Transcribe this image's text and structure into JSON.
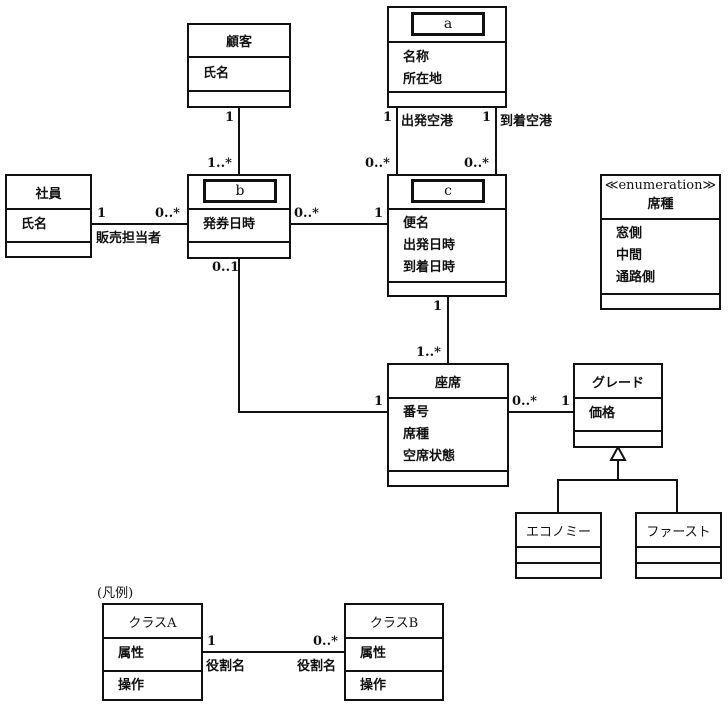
{
  "classes": {
    "customer": {
      "name": "顧客",
      "attrs": [
        "氏名"
      ]
    },
    "a": {
      "blank": "a",
      "attrs": [
        "名称",
        "所在地"
      ]
    },
    "employee": {
      "name": "社員",
      "attrs": [
        "氏名"
      ]
    },
    "b": {
      "blank": "b",
      "attrs": [
        "発券日時"
      ]
    },
    "c": {
      "blank": "c",
      "attrs": [
        "便名",
        "出発日時",
        "到着日時"
      ]
    },
    "seat_type_enum": {
      "stereotype": "≪enumeration≫",
      "name": "席種",
      "attrs": [
        "窓側",
        "中間",
        "通路側"
      ]
    },
    "seat": {
      "name": "座席",
      "attrs": [
        "番号",
        "席種",
        "空席状態"
      ]
    },
    "grade": {
      "name": "グレード",
      "attrs": [
        "価格"
      ]
    },
    "economy": {
      "name": "エコノミー"
    },
    "first": {
      "name": "ファースト"
    }
  },
  "associations": {
    "customer_b": {
      "end1": "1",
      "end2": "1..*"
    },
    "a_c_departure": {
      "end1": "1",
      "role": "出発空港",
      "end2": "0..*"
    },
    "a_c_arrival": {
      "end1": "1",
      "role": "到着空港",
      "end2": "0..*"
    },
    "employee_b": {
      "end1": "1",
      "end2": "0..*",
      "role": "販売担当者"
    },
    "b_c": {
      "end1": "0..*",
      "end2": "1"
    },
    "b_seat": {
      "end1": "0..1",
      "end2": "1"
    },
    "c_seat": {
      "end1": "1",
      "end2": "1..*"
    },
    "seat_grade": {
      "end1": "0..*",
      "end2": "1"
    }
  },
  "legend": {
    "title": "(凡例)",
    "classA": {
      "name": "クラスA",
      "attr": "属性",
      "op": "操作"
    },
    "classB": {
      "name": "クラスB",
      "attr": "属性",
      "op": "操作"
    },
    "mult1": "1",
    "mult2": "0..*",
    "role1": "役割名",
    "role2": "役割名"
  }
}
